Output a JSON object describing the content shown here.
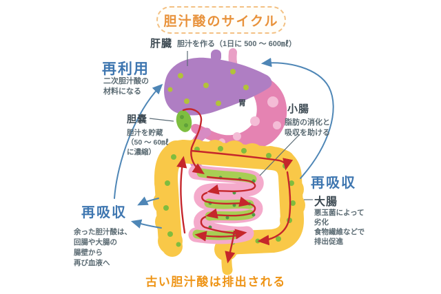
{
  "title": "胆汁酸のサイクル",
  "organs": {
    "liver": {
      "label": "肝臓",
      "note": "胆汁を作る（1日に 500 〜 600㎖）"
    },
    "stomach": {
      "label": "胃"
    },
    "gallbladder": {
      "label": "胆嚢",
      "note_lines": [
        "胆汁を貯蔵",
        "（50 〜 60㎖",
        "に濃縮）"
      ]
    },
    "small_intestine": {
      "label": "小腸",
      "note_lines": [
        "脂肪の消化と",
        "吸収を助ける"
      ]
    },
    "large_intestine": {
      "label": "大腸",
      "note_lines": [
        "悪玉菌によって",
        "劣化",
        "食物繊維などで",
        "排出促進"
      ]
    }
  },
  "process": {
    "reuse": {
      "label": "再利用",
      "note_lines": [
        "二次胆汁酸の",
        "材料になる"
      ]
    },
    "reabsorption_right": {
      "label": "再吸収"
    },
    "reabsorption_left": {
      "label": "再吸収",
      "note_lines": [
        "余った胆汁酸は、",
        "回腸や大腸の",
        "腸壁から",
        "再び血液へ"
      ]
    },
    "excretion": {
      "label": "古い胆汁酸は排出される"
    }
  },
  "colors": {
    "title_orange": "#E8923A",
    "footer_orange": "#EE9416",
    "label_dark": "#3A4750",
    "note_gray": "#5A6A72",
    "process_blue": "#3E76B0",
    "flow_red": "#C5262B",
    "flow_blue": "#4E86B6",
    "liver": "#AF7EC3",
    "stomach": "#E583B2",
    "stomach_spot": "#F4BCD6",
    "gallbladder": "#7EBE40",
    "colon": "#F9C848",
    "small_intestine_pink": "#F4AACB",
    "small_intestine_green": "#A8CE54",
    "duodenum": "#D78BC3"
  }
}
